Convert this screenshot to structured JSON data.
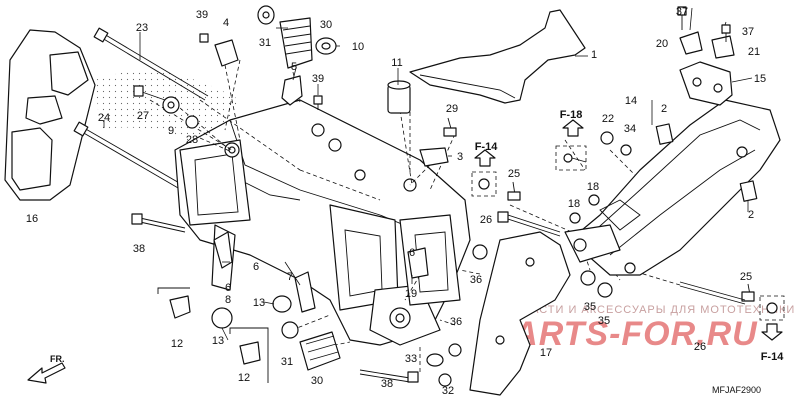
{
  "diagram": {
    "code": "MFJAF2900",
    "front_label": "FR.",
    "refs": {
      "f14_top": "F-14",
      "f18": "F-18",
      "f14_bottom": "F-14"
    },
    "watermark": {
      "text": "ЗАПЧАСТИ И АКСЕССУАРЫ ДЛЯ МОТОТЕХНИКИ",
      "logo": "PARTS-FOR.RU"
    },
    "callouts": {
      "c1": "1",
      "c2a": "2",
      "c2b": "2",
      "c3": "3",
      "c4": "4",
      "c5": "5",
      "c6a": "6",
      "c6b": "6",
      "c6c": "6",
      "c7": "7",
      "c8": "8",
      "c9": "9",
      "c10": "10",
      "c11": "11",
      "c12a": "12",
      "c12b": "12",
      "c13a": "13",
      "c13b": "13",
      "c14": "14",
      "c15": "15",
      "c16": "16",
      "c17": "17",
      "c18a": "18",
      "c18b": "18",
      "c19": "19",
      "c20": "20",
      "c21": "21",
      "c22": "22",
      "c23": "23",
      "c24": "24",
      "c25a": "25",
      "c25b": "25",
      "c26a": "26",
      "c26b": "26",
      "c27": "27",
      "c28": "28",
      "c29": "29",
      "c30a": "30",
      "c30b": "30",
      "c31a": "31",
      "c31b": "31",
      "c32": "32",
      "c33": "33",
      "c34": "34",
      "c35a": "35",
      "c35b": "35",
      "c36a": "36",
      "c36b": "36",
      "c37a": "37",
      "c37b": "37",
      "c38a": "38",
      "c38b": "38",
      "c39a": "39",
      "c39b": "39"
    }
  }
}
